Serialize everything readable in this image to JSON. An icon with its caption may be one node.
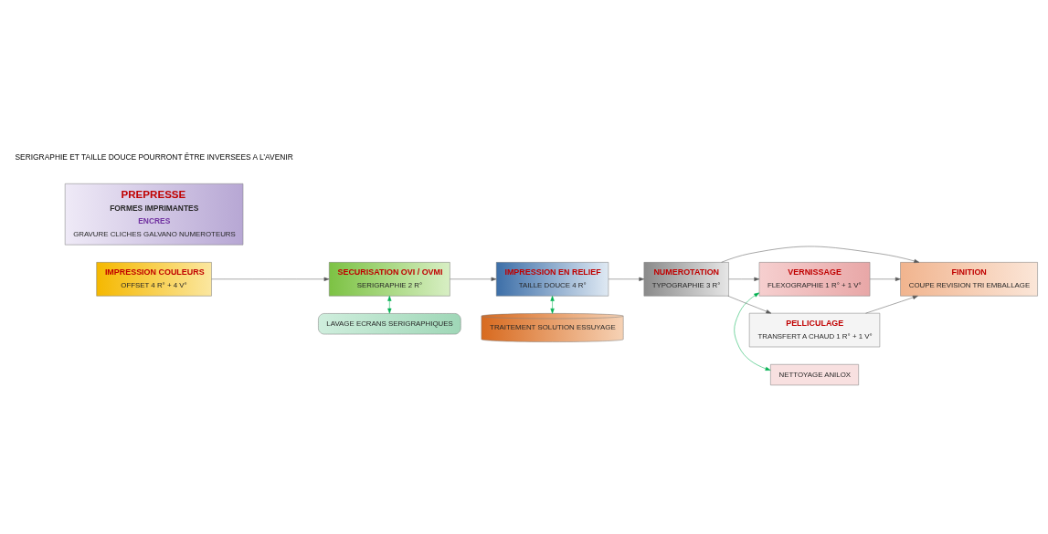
{
  "diagram": {
    "nodes": [
      {
        "text": [
          "IMPRESSION COULEURS",
          "OFFSET 4 R° + 4 V°"
        ]
      },
      {
        "text": [
          "SECURISATION OVI / OVMI",
          "SERIGRAPHIE 2 R°"
        ]
      },
      {
        "text": [
          "IMPRESSION EN RELIEF",
          "TAILLE DOUCE 4 R°"
        ]
      },
      {
        "text": [
          "NUMEROTATION",
          "TYPOGRAPHIE 3 R°"
        ]
      },
      {
        "text": [
          "FINITION",
          "COUPE REVISION TRI EMBALLAGE"
        ]
      },
      {
        "text": [
          "VERNISSAGE",
          "FLEXOGRAPHIE 1 R° + 1 V°"
        ]
      },
      {
        "text": [
          "LAVAGE ECRANS SERIGRAPHIQUES"
        ]
      },
      {
        "text": [
          "PREPRESSE",
          "FORMES IMPRIMANTES",
          "ENCRES",
          "GRAVURE CLICHES GALVANO NUMEROTEURS"
        ]
      },
      {
        "text": [
          "TRAITEMENT SOLUTION ESSUYAGE"
        ]
      },
      {
        "text": [
          "NETTOYAGE ANILOX"
        ]
      },
      {
        "text": [
          "PELLICULAGE",
          "TRANSFERT A CHAUD 1 R° + 1 V°"
        ]
      }
    ],
    "edges": [
      {
        "from": 0,
        "to": 1,
        "arrow": "to"
      },
      {
        "from": 1,
        "to": 2,
        "arrow": "to"
      },
      {
        "from": 2,
        "to": 3,
        "arrow": "to"
      },
      {
        "from": 3,
        "to": 4,
        "arrow": "to"
      },
      {
        "from": 3,
        "to": 5,
        "arrow": "to"
      },
      {
        "from": 3,
        "to": 10,
        "arrow": "to"
      },
      {
        "from": 5,
        "to": 4,
        "arrow": "to"
      },
      {
        "from": 10,
        "to": 4,
        "arrow": "to"
      },
      {
        "from": 1,
        "to": 6,
        "arrow": "both",
        "color": "#00b050"
      },
      {
        "from": 2,
        "to": 8,
        "arrow": "both",
        "color": "#00b050"
      },
      {
        "from": 5,
        "to": 9,
        "arrow": "both",
        "color": "#00b050"
      }
    ],
    "labels": [
      "SERIGRAPHIE ET TAILLE DOUCE POURRONT ÊTRE INVERSEES A L’AVENIR"
    ]
  }
}
